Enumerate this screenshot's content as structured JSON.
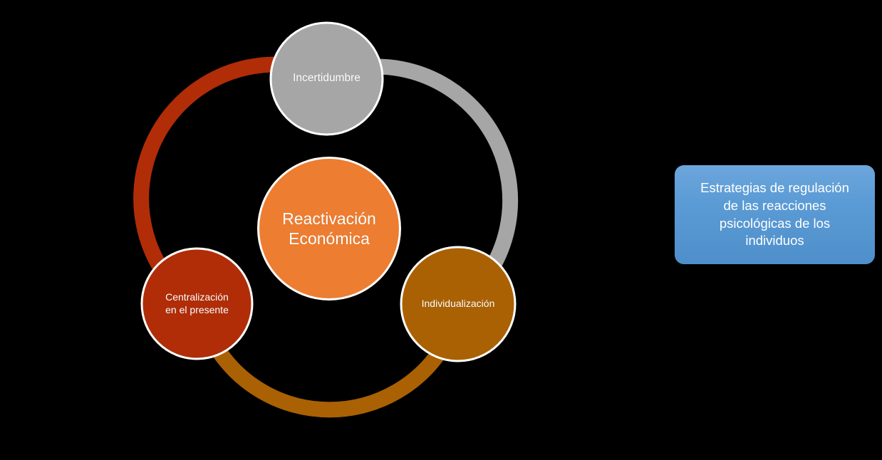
{
  "diagram": {
    "type": "cycle",
    "background_color": "#000000",
    "center_node": {
      "label": "Reactivación\nEconómica",
      "fill": "#ED7D31",
      "text_color": "#FFFFFF",
      "outline": "#FFFFFF"
    },
    "nodes": [
      {
        "id": "incertidumbre",
        "label": "Incertidumbre",
        "position": "top",
        "fill": "#A6A6A6",
        "text_color": "#FFFFFF",
        "outline": "#FFFFFF"
      },
      {
        "id": "individualizacion",
        "label": "Individualización",
        "position": "bottom-right",
        "fill": "#AA6104",
        "text_color": "#FFFFFF",
        "outline": "#FFFFFF"
      },
      {
        "id": "centralizacion",
        "label": "Centralización\nen el presente",
        "position": "bottom-left",
        "fill": "#B02D08",
        "text_color": "#FFFFFF",
        "outline": "#FFFFFF"
      }
    ],
    "arcs": [
      {
        "id": "arc-gray",
        "from": "incertidumbre",
        "to": "individualizacion",
        "color": "#A6A6A6"
      },
      {
        "id": "arc-brown",
        "from": "individualizacion",
        "to": "centralizacion",
        "color": "#AA6104"
      },
      {
        "id": "arc-red",
        "from": "centralizacion",
        "to": "incertidumbre",
        "color": "#B02D08"
      }
    ]
  },
  "callout": {
    "text": "Estrategias de regulación\nde las reacciones\npsicológicas de los\nindividuos",
    "fill": "#5B9BD5",
    "text_color": "#FFFFFF"
  }
}
